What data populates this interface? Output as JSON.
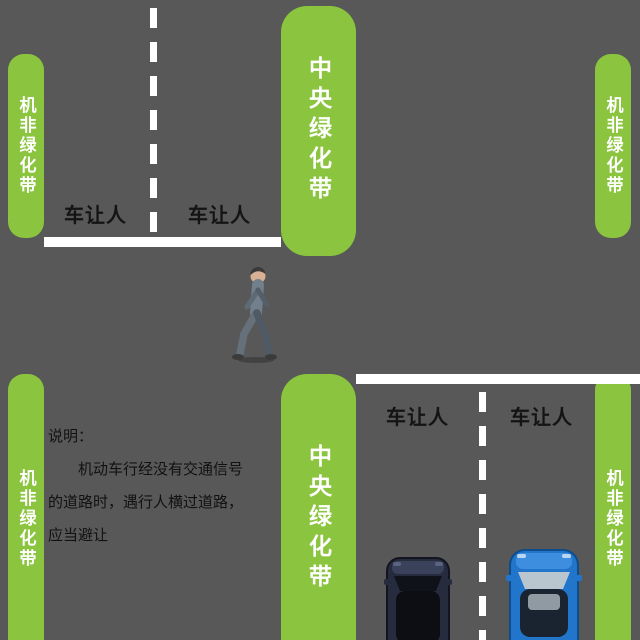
{
  "scene": {
    "road_color": "#585858",
    "greenbelt_color": "#8bc43e",
    "lane_line_color": "#ffffff",
    "yield_text_color": "#141414",
    "belt_text_color": "#ffffff"
  },
  "greenbelts": {
    "top_left": "机非绿化带",
    "top_center": "中央绿化带",
    "top_right": "机非绿化带",
    "bottom_left": "机非绿化带",
    "bottom_center": "中央绿化带",
    "bottom_right": "机非绿化带"
  },
  "yield_labels": {
    "top_left_lane": "车让人",
    "top_right_lane": "车让人",
    "bottom_left_lane": "车让人",
    "bottom_right_lane": "车让人"
  },
  "explanation": {
    "heading": "说明：",
    "line1": "机动车行经没有交通信号",
    "line2": "的道路时，遇行人横过道路，",
    "line3": "应当避让"
  },
  "icons": {
    "pedestrian": "pedestrian-icon",
    "dark_suv": "suv-top-view-icon",
    "blue_car": "car-top-view-icon"
  }
}
